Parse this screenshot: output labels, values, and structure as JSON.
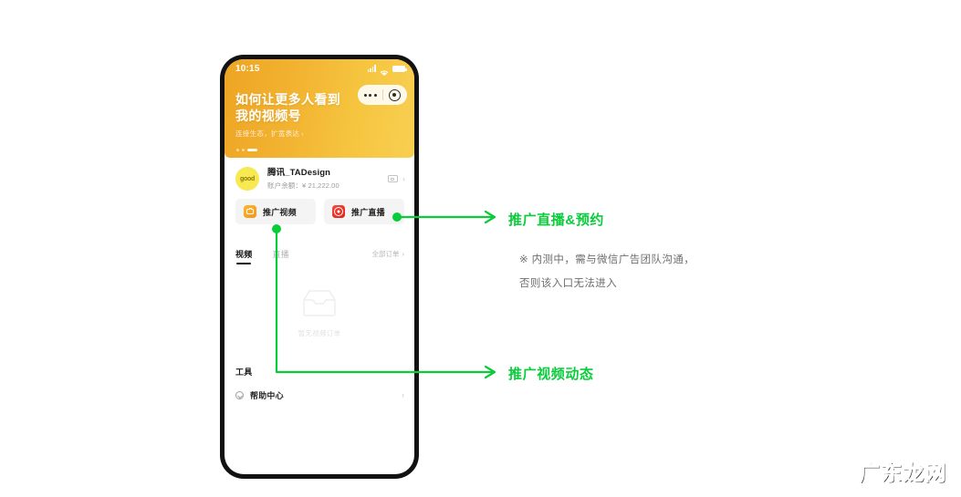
{
  "phone": {
    "status_bar": {
      "time": "10:15",
      "signal_icon": "signal-bars-icon",
      "wifi_icon": "wifi-icon",
      "battery_icon": "battery-icon"
    },
    "capsule": {
      "menu_icon": "more-dots-icon",
      "close_icon": "target-circle-icon"
    },
    "banner": {
      "title": "如何让更多人看到\n我的视频号",
      "subtitle": "连接生态，扩宽表达",
      "chevron": "›",
      "pagination_dots": 3,
      "active_dot_index": 2
    },
    "account": {
      "avatar_text": "good",
      "name": "腾讯_TADesign",
      "balance_label": "账户余额：",
      "balance_value": "¥ 21,222.00",
      "card_icon": "card-icon",
      "chevron": "›"
    },
    "promos": [
      {
        "label": "推广视频",
        "icon": "promote-video-icon",
        "color": "#f5951a"
      },
      {
        "label": "推广直播",
        "icon": "promote-live-icon",
        "color": "#e02218"
      }
    ],
    "tabs": [
      {
        "label": "视频",
        "active": true
      },
      {
        "label": "直播",
        "active": false
      }
    ],
    "all_orders": {
      "label": "全部订单",
      "chevron": "›"
    },
    "empty_state": {
      "icon": "empty-inbox-icon",
      "text": "暂无视频订单"
    },
    "tools": {
      "title": "工具",
      "items": [
        {
          "label": "帮助中心",
          "icon": "help-circle-icon",
          "chevron": "›"
        }
      ]
    }
  },
  "annotations": [
    {
      "label": "推广直播&预约",
      "arrow_icon": "arrow-right-icon"
    },
    {
      "label": "推广视频动态",
      "arrow_icon": "arrow-right-icon"
    }
  ],
  "note": {
    "marker": "※",
    "text": "※ 内测中，需与微信广告团队沟通，\n否则该入口无法进入"
  },
  "watermark": {
    "text": "广东龙网"
  },
  "colors": {
    "accent_green": "#0ACC3B",
    "banner_start": "#eea423",
    "banner_end": "#f8cf52",
    "note_gray": "#6e6e6e"
  }
}
